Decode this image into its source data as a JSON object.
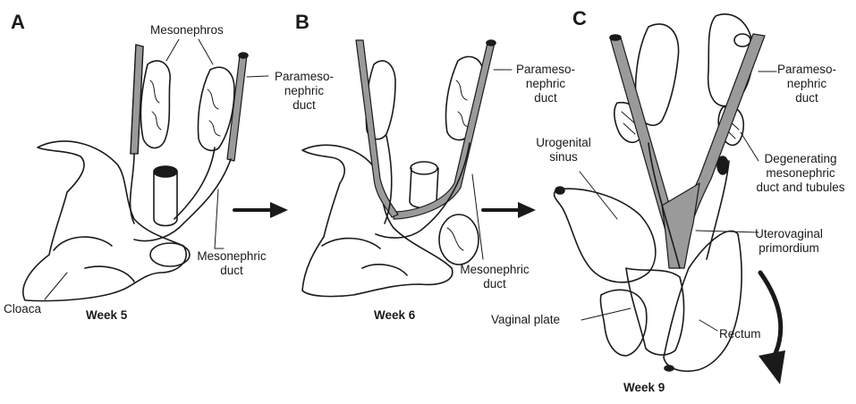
{
  "panels": {
    "a": {
      "letter": "A",
      "week": "Week 5"
    },
    "b": {
      "letter": "B",
      "week": "Week 6"
    },
    "c": {
      "letter": "C",
      "week": "Week 9"
    }
  },
  "labels": {
    "mesonephros": "Mesonephros",
    "paramesonephric_duct_a": "Parameso-\nnephric\nduct",
    "mesonephric_duct_a": "Mesonephric\nduct",
    "cloaca": "Cloaca",
    "paramesonephric_duct_b": "Parameso-\nnephric\nduct",
    "mesonephric_duct_b": "Mesonephric\nduct",
    "urogenital_sinus": "Urogenital\nsinus",
    "paramesonephric_duct_c": "Parameso-\nnephric\nduct",
    "degenerating": "Degenerating\nmesonephric\nduct and tubules",
    "uterovaginal": "Uterovaginal\nprimordium",
    "vaginal_plate": "Vaginal plate",
    "rectum": "Rectum"
  },
  "colors": {
    "duct_gray": "#9a9a9a",
    "outline": "#1a1a1a"
  }
}
